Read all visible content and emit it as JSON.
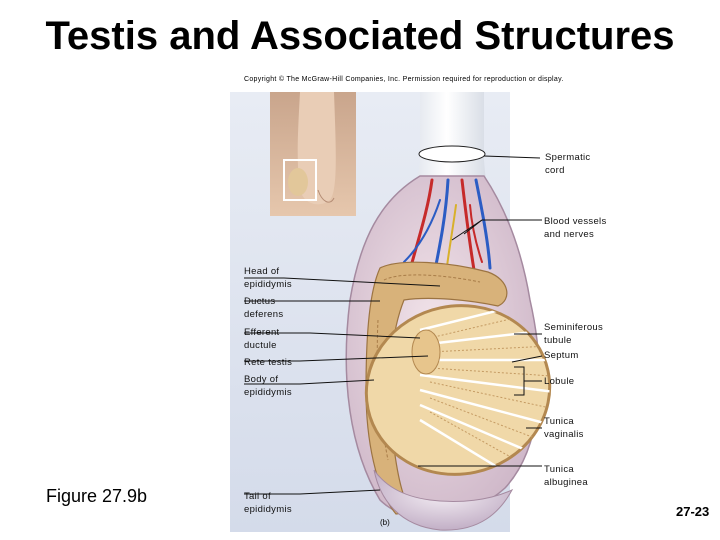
{
  "title": "Testis and Associated Structures",
  "copyright": "Copyright © The McGraw-Hill Companies, Inc. Permission required for reproduction or display.",
  "figure_label": "Figure 27.9b",
  "page_number": "27-23",
  "sub_label": "(b)",
  "labels": {
    "spermatic_cord": "Spermatic\ncord",
    "blood_vessels": "Blood vessels\nand nerves",
    "head_epididymis": "Head of\nepididymis",
    "ductus_deferens": "Ductus\ndeferens",
    "efferent_ductule": "Efferent\nductule",
    "rete_testis": "Rete testis",
    "body_epididymis": "Body of\nepididymis",
    "seminiferous_tubule": "Seminiferous\ntubule",
    "septum": "Septum",
    "lobule": "Lobule",
    "tunica_vaginalis": "Tunica\nvaginalis",
    "tunica_albuginea": "Tunica\nalbuginea",
    "tail_epididymis": "Tail of\nepididymis"
  }
}
